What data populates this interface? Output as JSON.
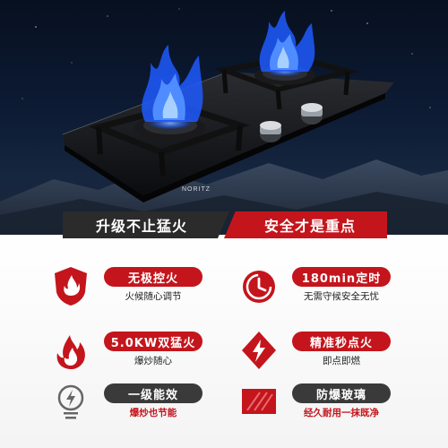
{
  "brand": {
    "logo_text": "NORITZ"
  },
  "banners": {
    "left": "升级不止猛火",
    "right": "安全才是重点"
  },
  "features": [
    {
      "icon": "flame-shield-icon",
      "title": "无极控火",
      "subtitle": "火候随心调节"
    },
    {
      "icon": "timer-clock-icon",
      "title": "180min定时",
      "subtitle": "无需守候安全无忧"
    },
    {
      "icon": "fire-flame-icon",
      "title": "5.0KW双猛火",
      "subtitle": "爆炒随心"
    },
    {
      "icon": "lightning-bolt-icon",
      "title": "精准秒点火",
      "subtitle": "即点即燃"
    },
    {
      "icon": "energy-efficiency-icon",
      "title": "一级能效",
      "subtitle": "爆炒也节能"
    },
    {
      "icon": "explosion-proof-glass-icon",
      "title": "防爆玻璃",
      "subtitle": "经久耐用一抹既净"
    }
  ],
  "colors": {
    "accent_red": "#c4151c",
    "dark_pill": "#3a3a3a",
    "flame_blue": "#1e5bff"
  }
}
